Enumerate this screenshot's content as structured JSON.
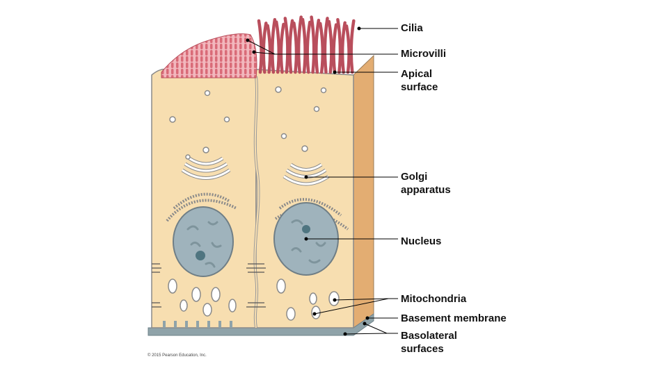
{
  "labels": {
    "cilia": "Cilia",
    "microvilli": "Microvilli",
    "apical_line1": "Apical",
    "apical_line2": "surface",
    "golgi_line1": "Golgi",
    "golgi_line2": "apparatus",
    "nucleus": "Nucleus",
    "mitochondria": "Mitochondria",
    "basement": "Basement membrane",
    "basolateral_line1": "Basolateral",
    "basolateral_line2": "surfaces"
  },
  "credit": "© 2015 Pearson Education, Inc.",
  "colors": {
    "cytoplasm": "#f7deb0",
    "side_face": "#e3ad72",
    "cell_outline": "#8a8a8a",
    "microvilli": "#d96b78",
    "cilia": "#d96b78",
    "nucleus": "#9fb3bc",
    "basement": "#8fa3a9",
    "leader_line": "#000000"
  }
}
